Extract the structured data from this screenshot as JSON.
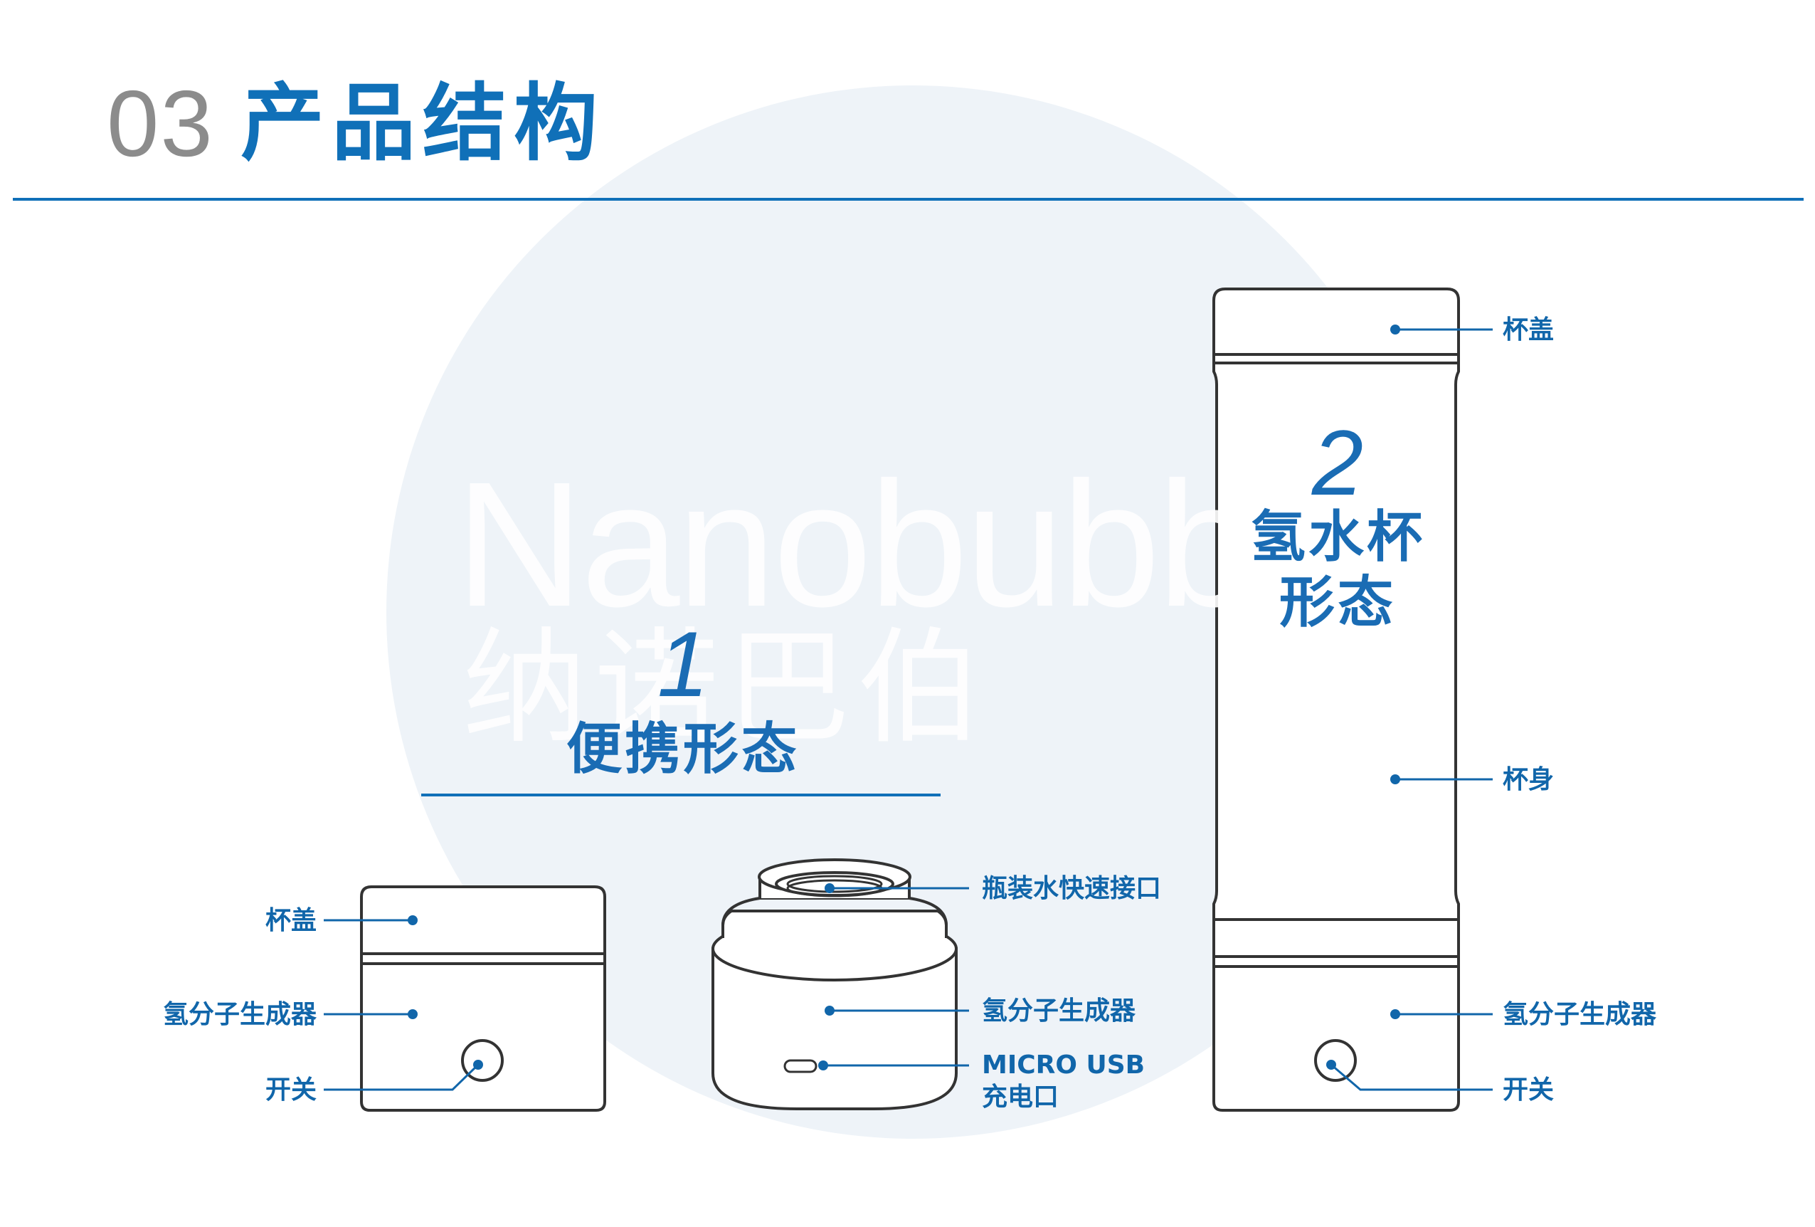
{
  "header": {
    "number": "03",
    "title": "产品结构"
  },
  "watermark": {
    "english": "Nanobubble",
    "chinese": "纳诺巴伯"
  },
  "colors": {
    "accent": "#1070b8",
    "label": "#1166aa",
    "circle": "#eef3f8",
    "outline": "#333333",
    "gray_title": "#8c8c8c"
  },
  "mode1": {
    "number": "1",
    "name": "便携形态"
  },
  "mode2": {
    "number": "2",
    "name_line1": "氢水杯",
    "name_line2": "形态"
  },
  "labels": {
    "left_lid": "杯盖",
    "left_generator": "氢分子生成器",
    "left_switch": "开关",
    "mid_bottle_port": "瓶装水快速接口",
    "mid_generator": "氢分子生成器",
    "mid_usb_line1": "MICRO USB",
    "mid_usb_line2": "充电口",
    "right_lid": "杯盖",
    "right_body": "杯身",
    "right_generator": "氢分子生成器",
    "right_switch": "开关"
  }
}
